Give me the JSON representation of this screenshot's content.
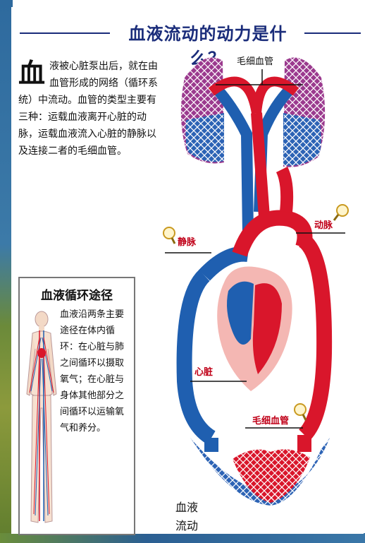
{
  "title": "血液流动的动力是什么？",
  "intro": {
    "dropcap": "血",
    "text": "液被心脏泵出后，就在由血管形成的网络（循环系统）中流动。血管的类型主要有三种：运载血液离开心脏的动脉，运载血液流入心脏的静脉以及连接二者的毛细血管。"
  },
  "sidebar": {
    "title": "血液循环途径",
    "text": "血液沿两条主要途径在体内循环：在心脏与肺之间循环以摄取氧气；在心脏与身体其他部分之间循环以运输氧气和养分。"
  },
  "labels": {
    "capillary_top": "毛细血管",
    "artery": "动脉",
    "vein": "静脉",
    "heart": "心脏",
    "capillary_bottom": "毛细血管",
    "flow_line1": "血液",
    "flow_line2": "流动"
  },
  "colors": {
    "artery": "#d9162b",
    "vein": "#1f5fb0",
    "heart_sac": "#f4b7b3",
    "title": "#1a2c7a",
    "label": "#c00018"
  }
}
